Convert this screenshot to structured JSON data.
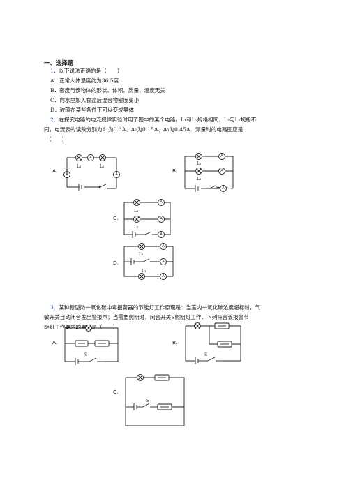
{
  "section_title": "一、选择题",
  "q1": {
    "number": "1．",
    "stem": "以下说法正确的是（　　）",
    "options": [
      "A．正常人体温度约为36.5度",
      "B．密度与该物体的形状、体积、质量、温度无关",
      "C．向水里加入食盐后混合物密度变小",
      "D．玻璃在某些条件下可以变成导体"
    ]
  },
  "q2": {
    "number": "2．",
    "stem_line1": "在探究电路的电流规律实验时用了图中的某个电路，L₁和L₂规格相同，L₃与L₁规格不",
    "stem_line2": "同，电流表的读数分别为A₁为0.3A、A₂为0.15A、A₃为0.45A．测量时的电路图应是",
    "stem_line3": "（　　）",
    "option_labels": [
      "A.",
      "B.",
      "C.",
      "D."
    ],
    "ammeter_symbol": "A",
    "lamp_labels": [
      "L₁",
      "L₂",
      "L₃"
    ]
  },
  "q3": {
    "number": "3．",
    "stem_line1": "某种新型防一氧化碳中毒报警器的节能灯工作原理是：当室内一氧化碳浓度超标时，气",
    "stem_line2": "敏开关自动闭合发出警报声；当需要照明时，闭合开关S照明灯工作．下列符合该报警节",
    "stem_line3": "能灯工作要求的电路是（　　）",
    "option_labels": [
      "A.",
      "B.",
      "C."
    ],
    "switch_label": "S"
  }
}
